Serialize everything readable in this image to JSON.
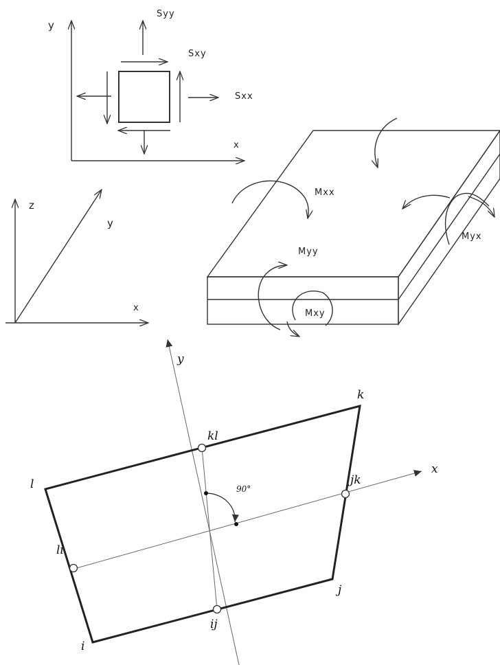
{
  "stress_element": {
    "axis_x": "x",
    "axis_y": "y",
    "syy": "Syy",
    "sxy": "Sxy",
    "sxx": "Sxx"
  },
  "axes_3d": {
    "x": "x",
    "y": "y",
    "z": "z"
  },
  "plate": {
    "mxx": "Mxx",
    "myy": "Myy",
    "mxy": "Mxy",
    "myx": "Myx"
  },
  "quad": {
    "axis_x": "x",
    "axis_y": "y",
    "node_i": "i",
    "node_j": "j",
    "node_k": "k",
    "node_l": "l",
    "mid_ij": "ij",
    "mid_jk": "jk",
    "mid_kl": "kl",
    "mid_li": "li",
    "angle": "90°"
  },
  "colors": {
    "line": "#333333",
    "thin_line": "#666666",
    "heavy_line": "#222222",
    "background": "#ffffff"
  }
}
